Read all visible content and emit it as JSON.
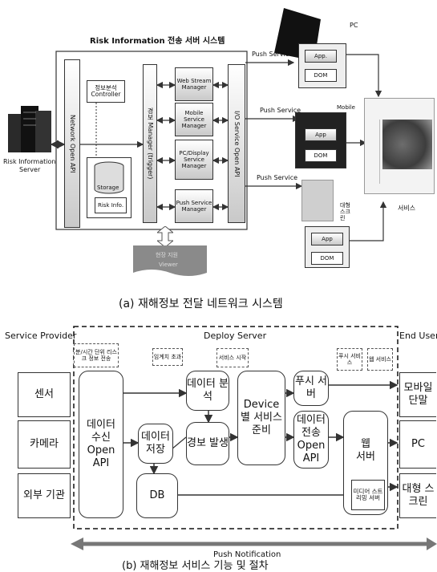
{
  "top": {
    "system_title": "Risk Information 전송 서버 시스템",
    "server_label_1": "Risk Information",
    "server_label_2": "Server",
    "network_api": "Network Open API",
    "analysis_controller": "정보분석 Controller",
    "storage": "Storage",
    "risk_info": "Risk Info.",
    "alert_manager": "경보 Manager (trigger)",
    "managers": [
      "Web Stream Manager",
      "Mobile Service Manager",
      "PC/Display Service Manager",
      "Push Service Manager"
    ],
    "io_api": "I/O Service Open API",
    "push_service_1": "Push Service",
    "push_service_2": "Push Service",
    "push_service_3": "Push Service",
    "pc_label": "PC",
    "mobile_label": "Mobile",
    "large_screen_label": "대형 스크린",
    "app": "App.",
    "app2": "App",
    "dom": "DOM",
    "service_label": "서비스",
    "viewer_line1": "현장 지원",
    "viewer_line2": "Viewer",
    "caption": "(a) 재해정보 전달 네트워크 시스템"
  },
  "bottom": {
    "service_provider": "Service Provider",
    "deploy_server": "Deploy Server",
    "end_user": "End User",
    "sources": [
      "센서",
      "카메라",
      "외부 기관"
    ],
    "data_receive": "데이터 수신 Open API",
    "data_store": "데이터 저장",
    "db": "DB",
    "data_analysis": "데이터 분석",
    "alert_generate": "경보 발생",
    "device_prep": "Device별 서비스 준비",
    "push_server": "푸시 서버",
    "data_transfer": "데이터 전송 Open API",
    "web_server": "웹 서버",
    "media_streaming": "미디어 스트리밍 서버",
    "callout_time": "분/시간 단위 리스크 정보 전송",
    "callout_threshold": "임계치 초과",
    "callout_service_start": "서비스 시작",
    "callout_push": "푸시 서비스",
    "callout_web": "웹 서비스",
    "end_mobile": "모바일 단말",
    "end_pc": "PC",
    "end_large": "대형 스크린",
    "push_notification": "Push Notification",
    "caption": "(b) 재해정보 서비스 기능 및 절차"
  }
}
